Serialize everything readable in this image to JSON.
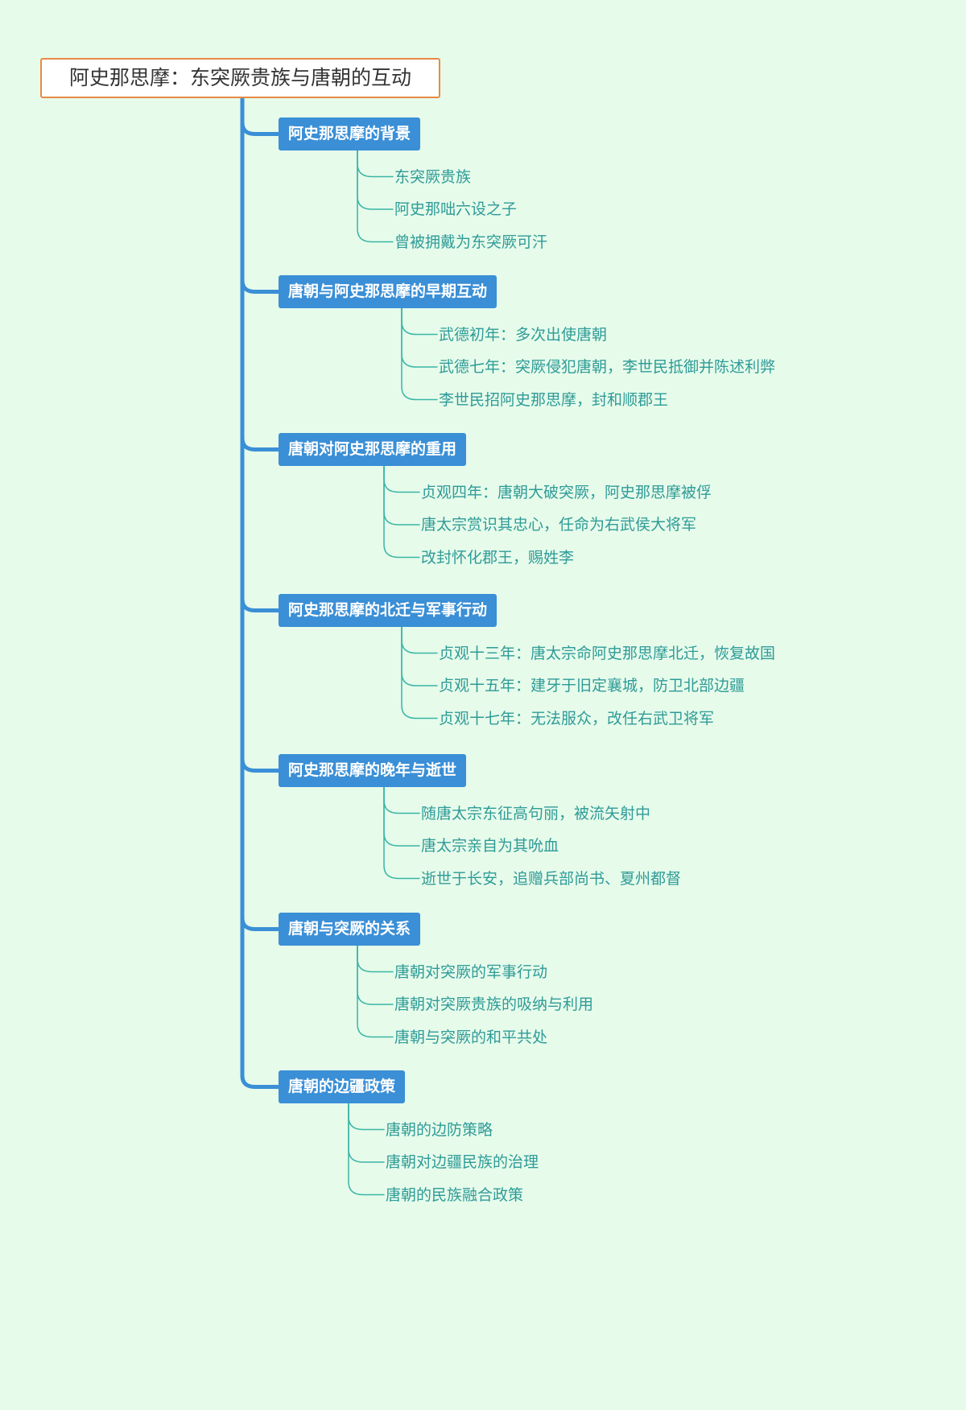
{
  "root": {
    "title": "阿史那思摩：东突厥贵族与唐朝的互动"
  },
  "branches": [
    {
      "label": "阿史那思摩的背景",
      "items": [
        "东突厥贵族",
        "阿史那咄六设之子",
        "曾被拥戴为东突厥可汗"
      ]
    },
    {
      "label": "唐朝与阿史那思摩的早期互动",
      "items": [
        "武德初年：多次出使唐朝",
        "武德七年：突厥侵犯唐朝，李世民抵御并陈述利弊",
        "李世民招阿史那思摩，封和顺郡王"
      ]
    },
    {
      "label": "唐朝对阿史那思摩的重用",
      "items": [
        "贞观四年：唐朝大破突厥，阿史那思摩被俘",
        "唐太宗赏识其忠心，任命为右武侯大将军",
        "改封怀化郡王，赐姓李"
      ]
    },
    {
      "label": "阿史那思摩的北迁与军事行动",
      "items": [
        "贞观十三年：唐太宗命阿史那思摩北迁，恢复故国",
        "贞观十五年：建牙于旧定襄城，防卫北部边疆",
        "贞观十七年：无法服众，改任右武卫将军"
      ]
    },
    {
      "label": "阿史那思摩的晚年与逝世",
      "items": [
        "随唐太宗东征高句丽，被流矢射中",
        "唐太宗亲自为其吮血",
        "逝世于长安，追赠兵部尚书、夏州都督"
      ]
    },
    {
      "label": "唐朝与突厥的关系",
      "items": [
        "唐朝对突厥的军事行动",
        "唐朝对突厥贵族的吸纳与利用",
        "唐朝与突厥的和平共处"
      ]
    },
    {
      "label": "唐朝的边疆政策",
      "items": [
        "唐朝的边防策略",
        "唐朝对边疆民族的治理",
        "唐朝的民族融合政策"
      ]
    }
  ],
  "colors": {
    "background": "#e6fbea",
    "root_border": "#e88a45",
    "branch_fill": "#3a8fd6",
    "trunk_line": "#3a8fd6",
    "leaf_text": "#2f9b98",
    "leaf_line": "#3ab5a6"
  }
}
